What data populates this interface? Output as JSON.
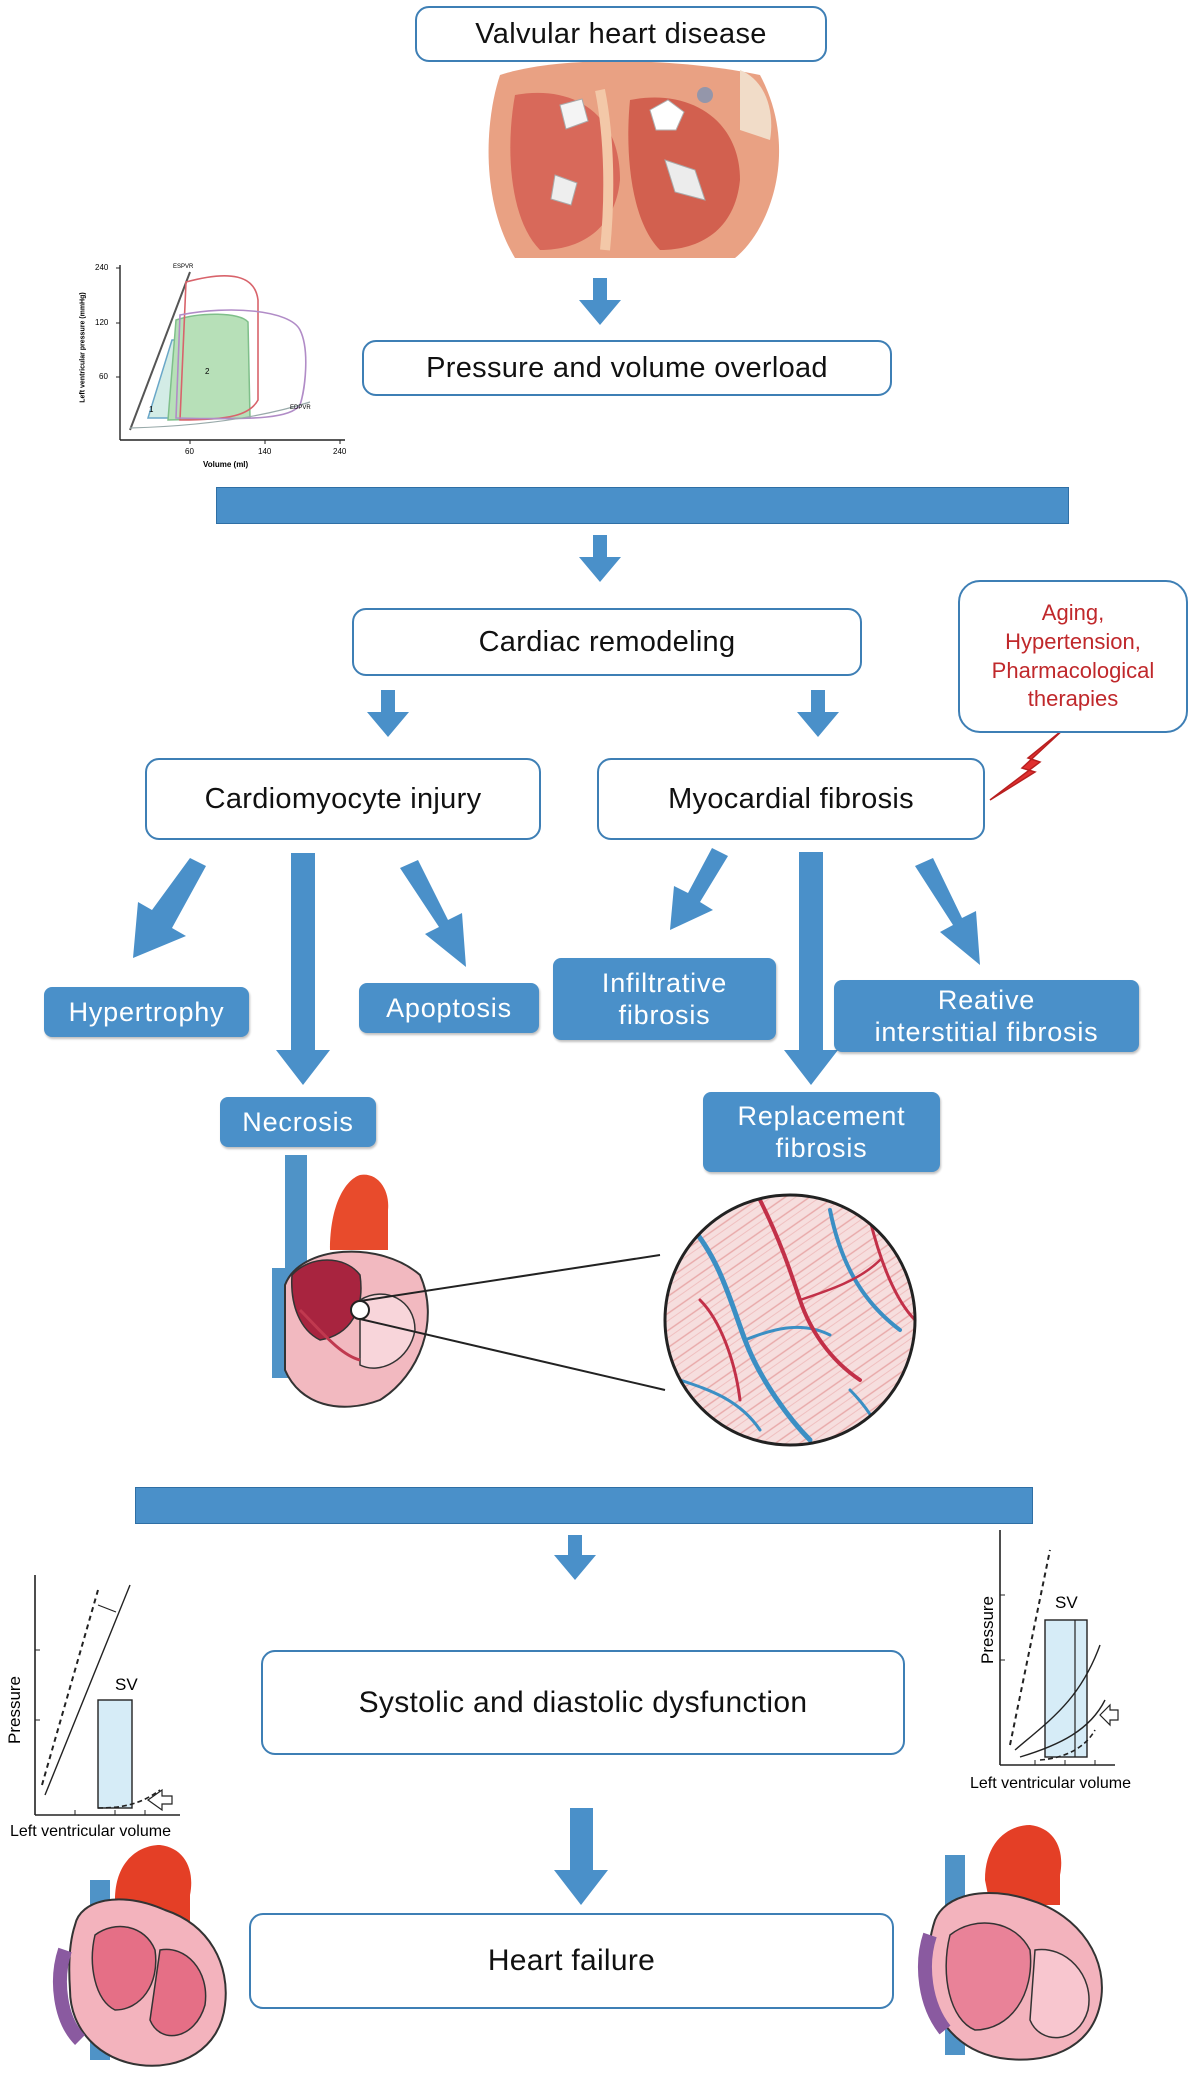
{
  "nodes": {
    "valvular": "Valvular heart disease",
    "overload": "Pressure and volume overload",
    "remodeling": "Cardiac remodeling",
    "injury": "Cardiomyocyte injury",
    "fibrosis": "Myocardial fibrosis",
    "dysfunction": "Systolic and diastolic dysfunction",
    "failure": "Heart failure"
  },
  "injury_outcomes": {
    "hypertrophy": "Hypertrophy",
    "necrosis": "Necrosis",
    "apoptosis": "Apoptosis"
  },
  "fibrosis_types": {
    "infiltrative": "Infiltrative\nfibrosis",
    "replacement": "Replacement\nfibrosis",
    "reactive": "Reative\ninterstitial fibrosis"
  },
  "callout": "Aging,\nHypertension,\nPharmacological\ntherapies",
  "pv_loop": {
    "ylabel": "Left ventricular pressure (mmHg)",
    "xlabel": "Volume (ml)",
    "y_ticks": [
      "240",
      "120",
      "60"
    ],
    "x_ticks": [
      "60",
      "140",
      "240"
    ],
    "top_label": "ESPVR",
    "bottom_label": "EDPVR",
    "loop_labels": [
      "1",
      "2"
    ]
  },
  "left_graph": {
    "ylabel": "Pressure",
    "xlabel": "Left ventricular volume",
    "sv": "SV"
  },
  "right_graph": {
    "ylabel": "Pressure",
    "xlabel": "Left ventricular volume",
    "sv": "SV"
  },
  "colors": {
    "accent": "#4a90c9",
    "border": "#3e7fb5",
    "callout_text": "#c0282b"
  }
}
